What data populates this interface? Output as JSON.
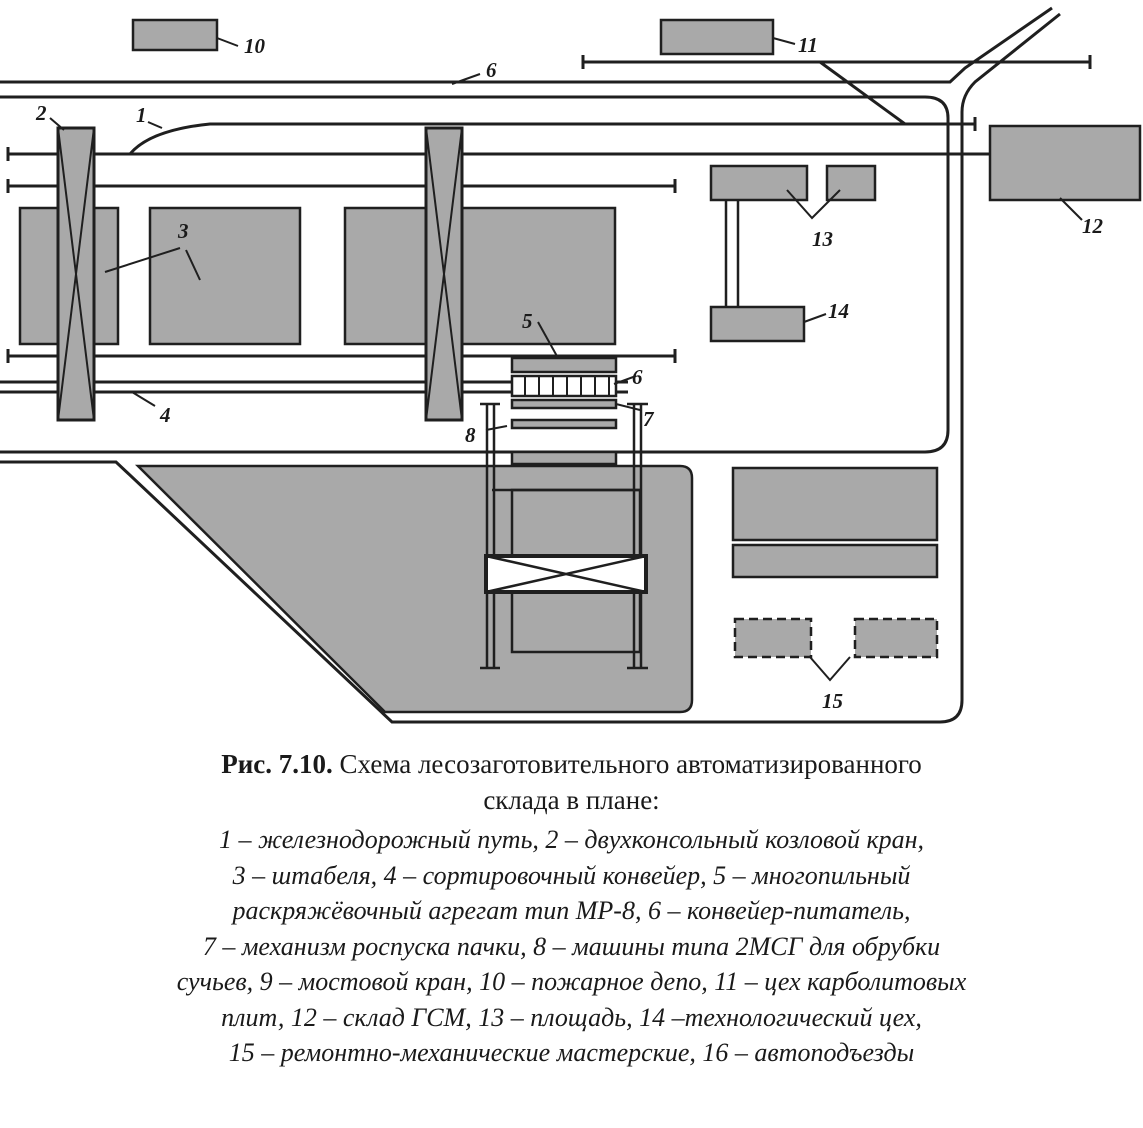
{
  "figure": {
    "labels": {
      "l1": "1",
      "l2": "2",
      "l3": "3",
      "l4": "4",
      "l5": "5",
      "l6a": "6",
      "l6b": "6",
      "l7": "7",
      "l8": "8",
      "l10": "10",
      "l11": "11",
      "l12": "12",
      "l13": "13",
      "l14": "14",
      "l15": "15"
    },
    "colors": {
      "fill": "#a9a9a9",
      "line": "#1f1f1f",
      "paper": "#ffffff"
    }
  },
  "caption": {
    "number": "Рис. 7.10.",
    "title": " Схема лесозаготовительного автоматизированного",
    "title_line2": "склада в плане:",
    "legend_lines": [
      "1 – железнодорожный путь, 2 – двухконсольный козловой кран,",
      "3 – штабеля, 4 – сортировочный конвейер, 5 – многопильный",
      "раскряжёвочный агрегат тип МР-8, 6 – конвейер-питатель,",
      "7 – механизм роспуска пачки, 8 – машины типа 2МСГ для обрубки",
      "сучьев, 9 – мостовой кран, 10 – пожарное депо, 11 – цех карболитовых",
      "плит, 12 – склад ГСМ, 13 – площадь, 14 –технологический цех,",
      "15 – ремонтно-механические мастерские, 16 – автоподъезды"
    ]
  }
}
